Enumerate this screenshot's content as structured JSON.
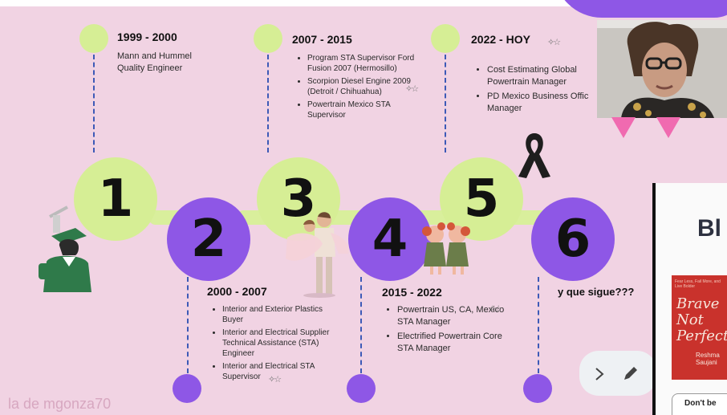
{
  "timeline": {
    "milestones": [
      {
        "number": "1",
        "period": "1999 - 2000",
        "lines": [
          "Mann and Hummel",
          "Quality Engineer"
        ]
      },
      {
        "number": "2",
        "period": "2000 - 2007",
        "items": [
          "Interior and Exterior Plastics Buyer",
          "Interior and Electrical Supplier Technical Assistance (STA) Engineer",
          "Interior and Electrical STA Supervisor"
        ]
      },
      {
        "number": "3",
        "period": "2007 - 2015",
        "items": [
          "Program STA Supervisor Ford Fusion 2007 (Hermosillo)",
          "Scorpion Diesel Engine 2009 (Detroit / Chihuahua)",
          "Powertrain Mexico STA Supervisor"
        ]
      },
      {
        "number": "4",
        "period": "2015 - 2022",
        "items": [
          "Powertrain US, CA, Mexico STA Manager",
          "Electrified Powertrain Core STA Manager"
        ]
      },
      {
        "number": "5",
        "period": "2022 - HOY",
        "items": [
          "Cost Estimating Global Powertrain Manager",
          "PD Mexico Business Offic Manager"
        ]
      },
      {
        "number": "6",
        "period": "y que sigue???"
      }
    ]
  },
  "right_panel": {
    "heading": "Bl",
    "book_title": [
      "Brave",
      "Not",
      "Perfect"
    ],
    "book_author": "Reshma Saujani",
    "book_top": "Fear Less, Fail More, and Live Bolder",
    "caption": "Don't be"
  },
  "presenter_label": "la de mgonza70",
  "colors": {
    "lime": "#d6ee95",
    "purple": "#8e57e6",
    "background": "#f1d3e3"
  }
}
